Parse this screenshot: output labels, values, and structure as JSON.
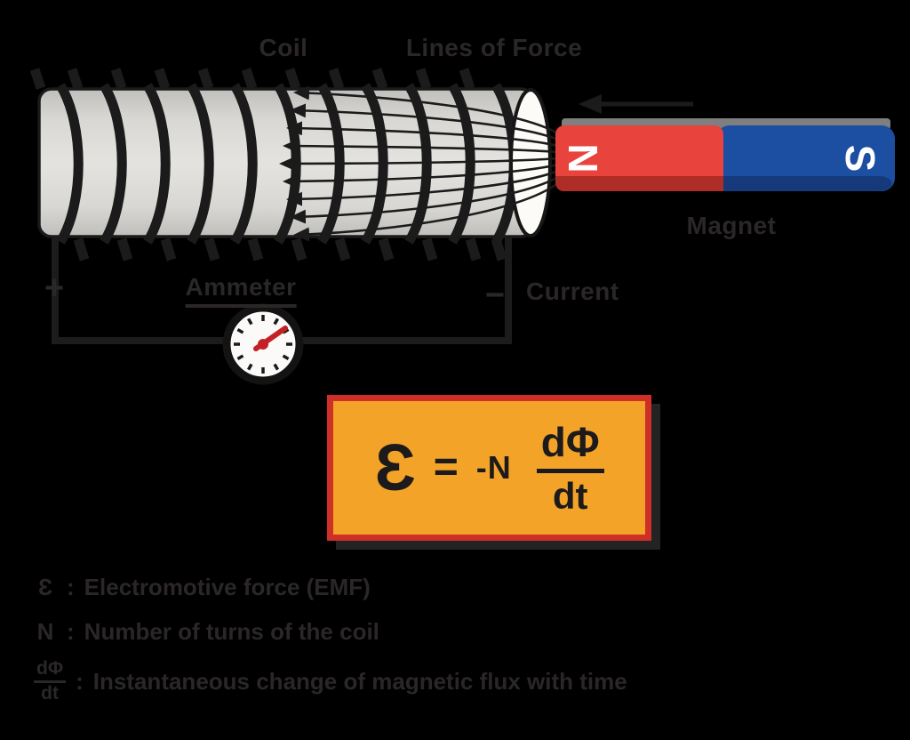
{
  "diagram": {
    "coil_label": "Coil",
    "lines_of_force_label": "Lines of Force",
    "magnet_label": "Magnet",
    "magnet_north": "N",
    "magnet_south": "S",
    "ammeter_label": "Ammeter",
    "current_label": "Current",
    "polarity_plus": "+",
    "polarity_minus": "−"
  },
  "formula": {
    "emf_symbol": "Ɛ",
    "equals_sign": "=",
    "coefficient": "-N",
    "numerator": "dΦ",
    "denominator": "dt"
  },
  "legend": {
    "rows": [
      {
        "symbol": "Ɛ",
        "colon": ":",
        "text": "Electromotive force (EMF)"
      },
      {
        "symbol": "N",
        "colon": ":",
        "text": "Number of turns of the coil"
      },
      {
        "symbol_numerator": "dΦ",
        "symbol_denominator": "dt",
        "colon": ":",
        "text": "Instantaneous change of magnetic flux with time"
      }
    ]
  },
  "colors": {
    "background": "#000000",
    "label_ink": "#2b2728",
    "coil_body": "#dcdbd8",
    "coil_wire": "#1b1b1b",
    "coil_opening": "#fcfbf8",
    "magnet_north_red": "#e8433c",
    "magnet_north_red_shadow": "#ae2d26",
    "magnet_south_blue": "#1c4fa1",
    "magnet_south_blue_shadow": "#15397b",
    "magnet_top_edge": "#7f7f7f",
    "magnet_letter": "#ffffff",
    "formula_box_fill": "#f3a428",
    "formula_box_border": "#ce2f27",
    "formula_ink": "#1d1a1b",
    "ammeter_face": "#fbfaf8",
    "ammeter_needle": "#c42127"
  }
}
